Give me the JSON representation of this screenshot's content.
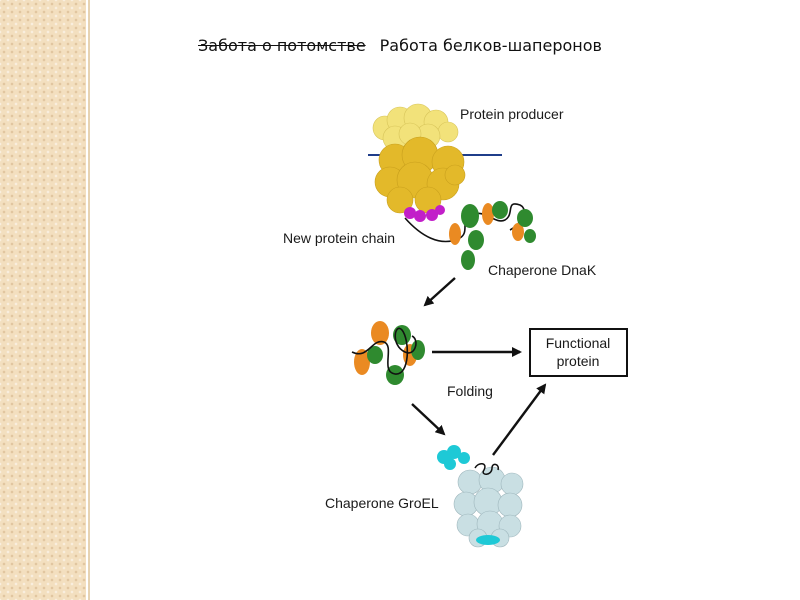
{
  "slide": {
    "title_struck": "Забота о потомстве",
    "title_main": "Работа белков-шаперонов"
  },
  "diagram": {
    "protein_producer": "Protein producer",
    "new_chain": "New protein chain",
    "dnak": "Chaperone DnaK",
    "functional_line1": "Functional",
    "functional_line2": "protein",
    "folding": "Folding",
    "groel": "Chaperone GroEL"
  },
  "colors": {
    "ribosome_light": "#f2e27a",
    "ribosome_dark": "#e3b92a",
    "chain_start": "#c21fc9",
    "chaperone_green": "#2f8a2f",
    "chaperone_orange": "#ea8a22",
    "groel_body": "#c9dfe3",
    "groel_cap": "#1ec9d6",
    "background_strip": "#f3dfbf"
  }
}
